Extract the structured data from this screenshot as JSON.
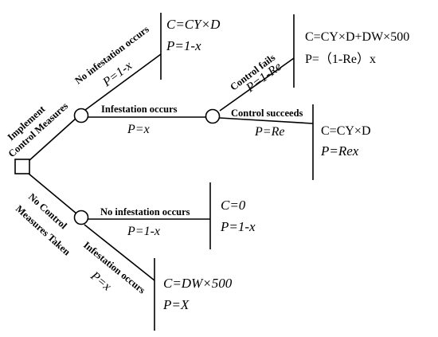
{
  "root": {
    "top_label_1": "Implement",
    "top_label_2": "Control Measures",
    "bottom_label_1": "No Control",
    "bottom_label_2": "Measures Taken"
  },
  "branches": {
    "no_infestation_top": {
      "label": "No infestation occurs",
      "prob": "P=1-x"
    },
    "infestation_top": {
      "label": "Infestation occurs",
      "prob": "P=x"
    },
    "control_fails": {
      "label": "Control fails",
      "prob": "P=1-Re"
    },
    "control_succeeds": {
      "label": "Control succeeds",
      "prob": "P=Re"
    },
    "no_infestation_bottom": {
      "label": "No infestation occurs",
      "prob": "P=1-x"
    },
    "infestation_bottom": {
      "label": "Infestation occurs",
      "prob": "P=x"
    }
  },
  "outcomes": {
    "o1": {
      "cost": "C=CY×D",
      "prob": "P=1-x"
    },
    "o2": {
      "cost": "C=CY×D+DW×500",
      "prob": "P=（1-Re）x"
    },
    "o3": {
      "cost": "C=CY×D",
      "prob": "P=Rex"
    },
    "o4": {
      "cost": "C=0",
      "prob": "P=1-x"
    },
    "o5": {
      "cost": "C=DW×500",
      "prob": "P=X"
    }
  }
}
